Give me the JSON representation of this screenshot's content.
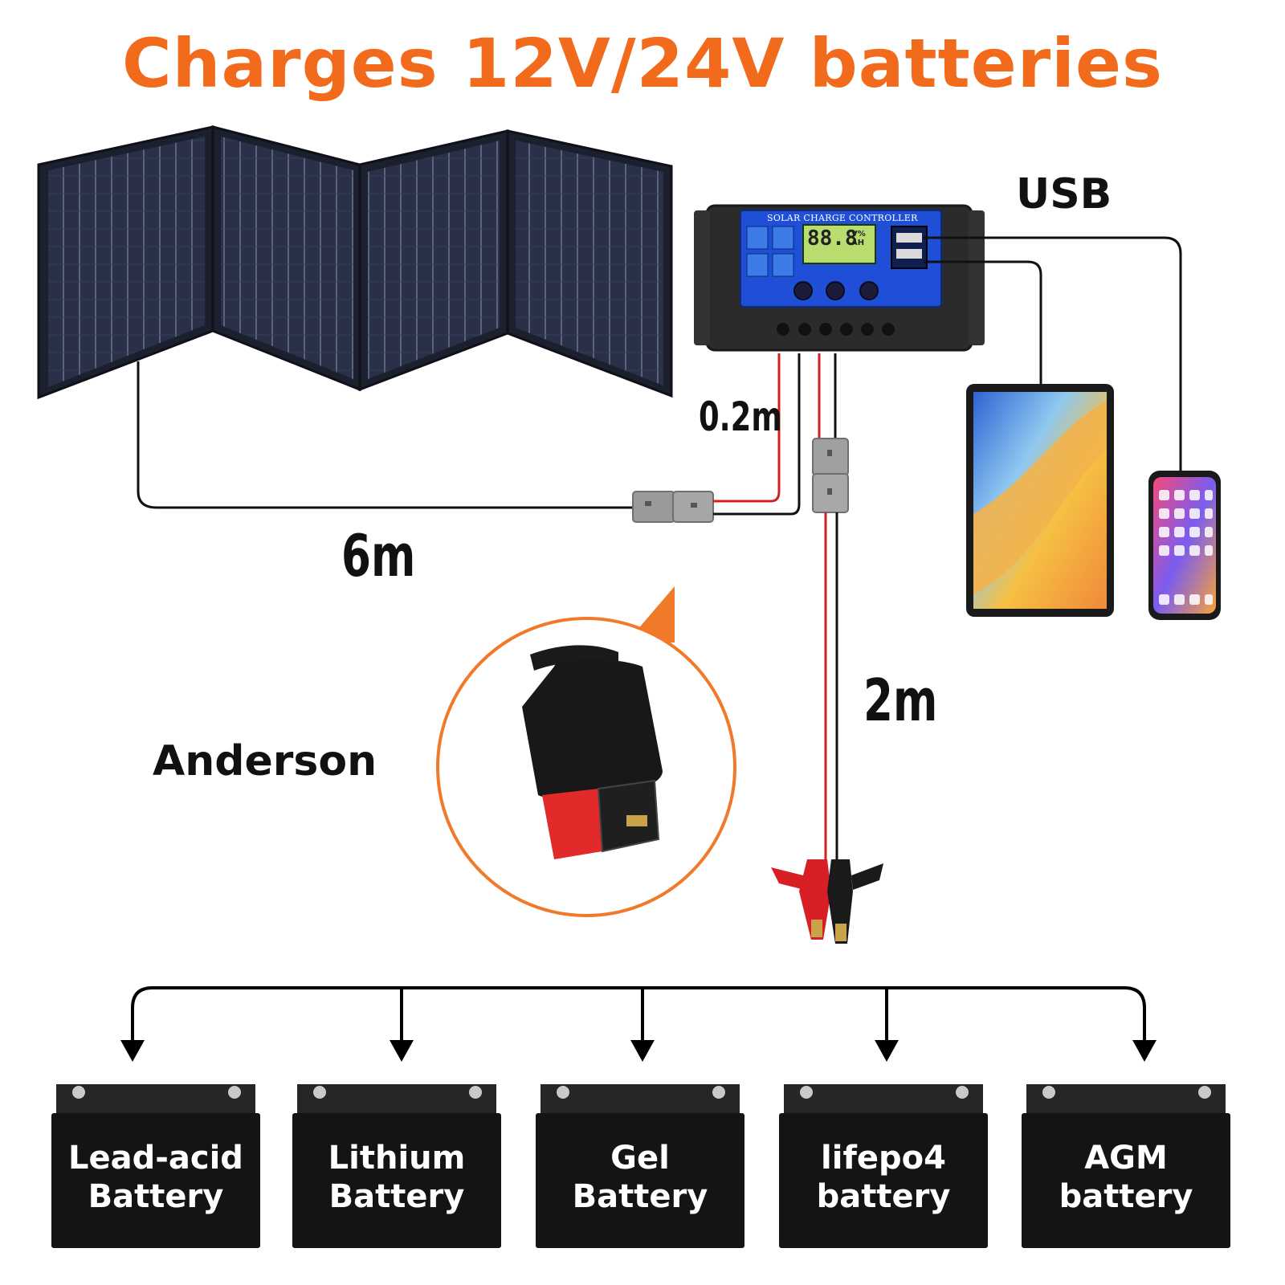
{
  "title": "Charges 12V/24V batteries",
  "labels": {
    "usb": "USB",
    "length_short": "0.2m",
    "length_solar": "6m",
    "length_battery": "2m",
    "connector": "Anderson"
  },
  "controller": {
    "title": "SOLAR CHARGE CONTROLLER",
    "display": "88.8",
    "units": "V%\nAH"
  },
  "batteries": [
    {
      "line1": "Lead-acid",
      "line2": "Battery"
    },
    {
      "line1": "Lithium",
      "line2": "Battery"
    },
    {
      "line1": "Gel",
      "line2": "Battery"
    },
    {
      "line1": "lifepo4",
      "line2": "battery"
    },
    {
      "line1": "AGM",
      "line2": "battery"
    }
  ],
  "colors": {
    "title": "#f26a1b",
    "accent_orange": "#f07a2a",
    "panel": "#1e2233",
    "controller_face": "#1f4fd6",
    "battery_body": "#141414",
    "wire_red": "#d02020",
    "wire_black": "#111111"
  }
}
